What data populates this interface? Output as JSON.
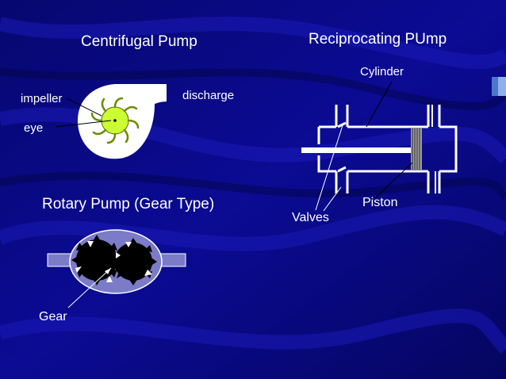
{
  "centrifugal": {
    "title": "Centrifugal Pump",
    "impeller": "impeller",
    "eye": "eye",
    "discharge": "discharge"
  },
  "reciprocating": {
    "title": "Reciprocating PUmp",
    "cylinder": "Cylinder",
    "piston": "Piston",
    "valves": "Valves"
  },
  "rotary": {
    "title": "Rotary Pump (Gear Type)",
    "gear": "Gear"
  },
  "colors": {
    "background": "#0a0a8c",
    "impeller_fill": "#ccff33",
    "casing_fill": "#7b7bc8",
    "gear_fill": "#000000"
  }
}
